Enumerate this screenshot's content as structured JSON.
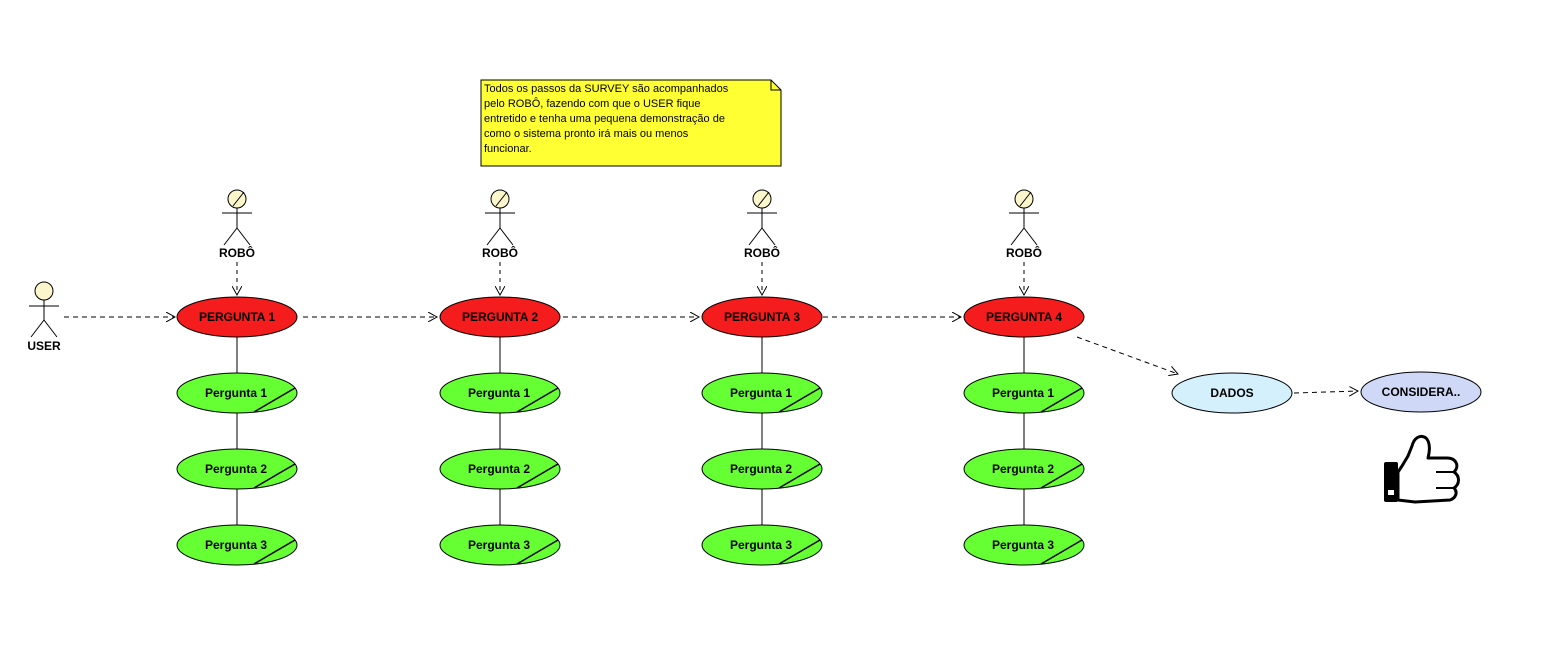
{
  "note": {
    "lines": [
      "Todos os passos da SURVEY são acompanhados",
      "pelo ROBÔ, fazendo com que o USER fique",
      "entretido e tenha uma pequena demonstração de",
      "como o sistema pronto irá mais ou menos",
      "funcionar."
    ]
  },
  "user_actor": {
    "label": "USER"
  },
  "columns": [
    {
      "robo_label": "ROBÔ",
      "step_label": "PERGUNTA 1",
      "sub_items": [
        "Pergunta 1",
        "Pergunta 2",
        "Pergunta 3"
      ]
    },
    {
      "robo_label": "ROBÔ",
      "step_label": "PERGUNTA 2",
      "sub_items": [
        "Pergunta 1",
        "Pergunta 2",
        "Pergunta 3"
      ]
    },
    {
      "robo_label": "ROBÔ",
      "step_label": "PERGUNTA 3",
      "sub_items": [
        "Pergunta 1",
        "Pergunta 2",
        "Pergunta 3"
      ]
    },
    {
      "robo_label": "ROBÔ",
      "step_label": "PERGUNTA 4",
      "sub_items": [
        "Pergunta 1",
        "Pergunta 2",
        "Pergunta 3"
      ]
    }
  ],
  "dados": {
    "label": "DADOS"
  },
  "considera": {
    "label": "CONSIDERA.."
  },
  "icons": {
    "thumbs_up": "thumbs-up-icon",
    "actor": "stick-figure-icon"
  },
  "colors": {
    "step_fill": "#f41c1c",
    "sub_fill": "#66ff33",
    "dados_fill": "#d4f0fc",
    "considera_fill": "#cfd9f7",
    "note_fill": "#ffff33",
    "actor_head": "#fbf6cc"
  }
}
